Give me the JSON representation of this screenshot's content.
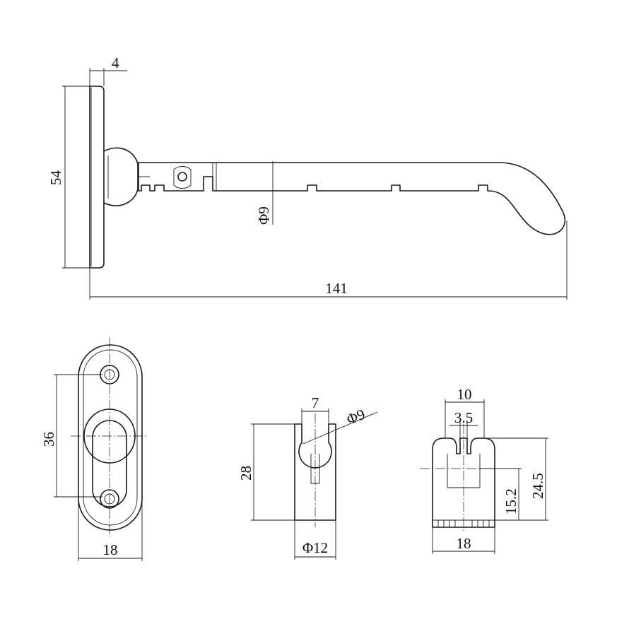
{
  "colors": {
    "line": "#1a1a1a",
    "background": "#ffffff"
  },
  "side_view": {
    "plate_thickness": "4",
    "plate_height": "54",
    "rod_diameter": "Φ9",
    "overall_length": "141"
  },
  "base_view": {
    "hole_spacing": "36",
    "base_width": "18"
  },
  "clip_view": {
    "slot_width": "7",
    "rod_diameter": "Φ9",
    "height": "28",
    "outer_diameter": "Φ12"
  },
  "end_view": {
    "top_width": "10",
    "slot_width": "3.5",
    "inner_height": "15.2",
    "total_height": "24.5",
    "bottom_width": "18"
  }
}
